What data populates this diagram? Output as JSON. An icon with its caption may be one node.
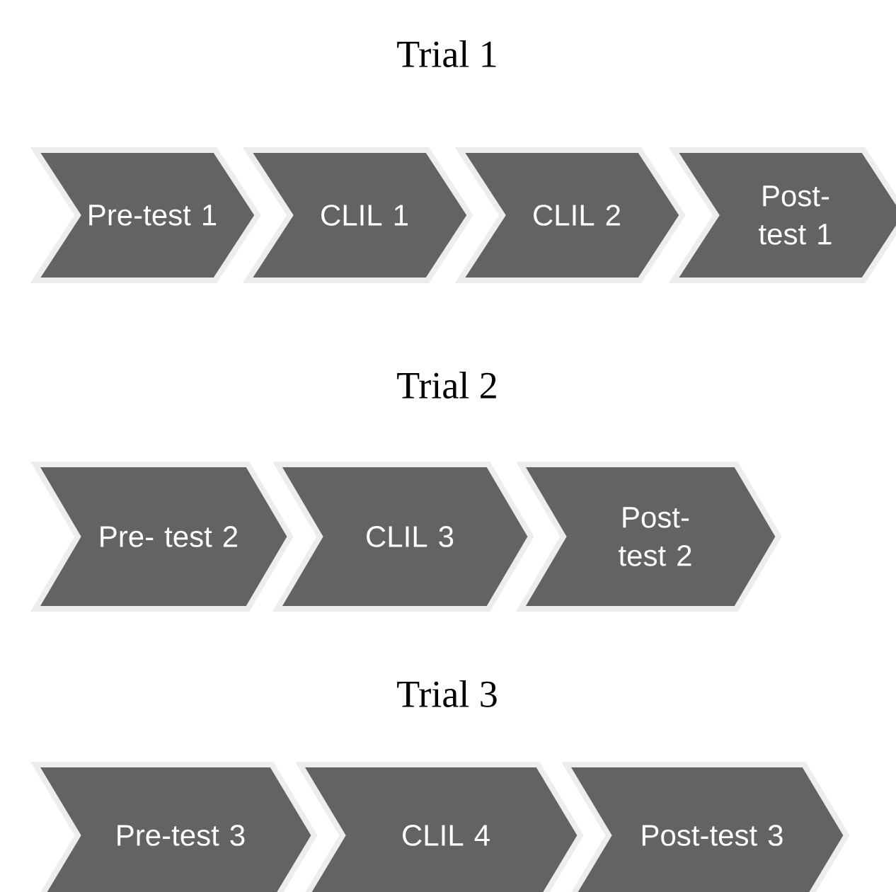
{
  "diagram": {
    "nodes": [
      {
        "text": [
          "Pre-test 1"
        ]
      },
      {
        "text": [
          "CLIL 1"
        ]
      },
      {
        "text": [
          "CLIL 2"
        ]
      },
      {
        "text": [
          "Post- test 1"
        ]
      },
      {
        "text": [
          "Pre- test 2"
        ]
      },
      {
        "text": [
          "CLIL 3"
        ]
      },
      {
        "text": [
          "Post- test 2"
        ]
      },
      {
        "text": [
          "Pre-test 3"
        ]
      },
      {
        "text": [
          "CLIL 4"
        ]
      },
      {
        "text": [
          "Post-test 3"
        ]
      }
    ],
    "labels": [
      "Trial 1",
      "Trial 2",
      "Trial 3"
    ]
  }
}
